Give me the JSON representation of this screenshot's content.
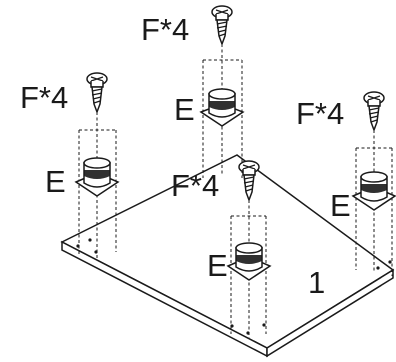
{
  "labels": {
    "screw_callout": "F*4",
    "pad_callout": "E",
    "panel_number": "1"
  }
}
